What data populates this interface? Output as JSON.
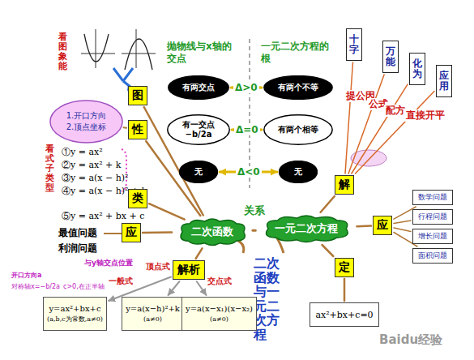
{
  "diagram": {
    "nodes": [
      {
        "text": [
          "有两交点"
        ]
      },
      {
        "text": [
          "有两个不等"
        ]
      },
      {
        "text": [
          "有一交点",
          "−b/2a"
        ]
      },
      {
        "text": [
          "有两个相等"
        ]
      },
      {
        "text": [
          "无"
        ]
      },
      {
        "text": [
          "无"
        ]
      },
      {
        "text": [
          "图"
        ]
      },
      {
        "text": [
          "性"
        ]
      },
      {
        "text": [
          "1.开口方向",
          "2.顶点坐标"
        ]
      },
      {
        "text": [
          "类"
        ]
      },
      {
        "text": [
          "应"
        ]
      },
      {
        "text": [
          "二次函数"
        ]
      },
      {
        "text": [
          "一元二次方程"
        ]
      },
      {
        "text": [
          "解析"
        ]
      },
      {
        "text": [
          "y=ax²+bx+c",
          "(a,b,c为常数,a≠0)"
        ]
      },
      {
        "text": [
          "y=a(x−h)²+k",
          "(a≠0)"
        ]
      },
      {
        "text": [
          "y=a(x−x₁)(x−x₂)",
          "(a≠0)"
        ]
      },
      {
        "text": [
          "十字"
        ]
      },
      {
        "text": [
          "万能"
        ]
      },
      {
        "text": [
          "化为"
        ]
      },
      {
        "text": [
          "应用"
        ]
      },
      {
        "text": [
          "解"
        ]
      },
      {
        "text": [
          "应"
        ]
      },
      {
        "text": [
          "定"
        ]
      },
      {
        "text": [
          "ax²+bx+c=0"
        ]
      },
      {
        "text": [
          "数学问题"
        ]
      },
      {
        "text": [
          "行程问题"
        ]
      },
      {
        "text": [
          "增长问题"
        ]
      },
      {
        "text": [
          "面积问题"
        ]
      }
    ],
    "edges": [
      {
        "from": 0,
        "to": 1,
        "arrow": "both",
        "label": "Δ>0"
      },
      {
        "from": 2,
        "to": 3,
        "arrow": "both",
        "label": "Δ=0"
      },
      {
        "from": 4,
        "to": 5,
        "arrow": "both",
        "label": "Δ<0"
      },
      {
        "from": 11,
        "to": 6,
        "arrow": "none"
      },
      {
        "from": 11,
        "to": 7,
        "arrow": "none"
      },
      {
        "from": 7,
        "to": 8,
        "arrow": "none"
      },
      {
        "from": 11,
        "to": 9,
        "arrow": "none"
      },
      {
        "from": 11,
        "to": 10,
        "arrow": "none"
      },
      {
        "from": 11,
        "to": 13,
        "arrow": "none"
      },
      {
        "from": 13,
        "to": 14,
        "arrow": "to"
      },
      {
        "from": 13,
        "to": 15,
        "arrow": "to"
      },
      {
        "from": 13,
        "to": 16,
        "arrow": "to"
      },
      {
        "from": 11,
        "to": 12,
        "arrow": "none",
        "label": "关系"
      },
      {
        "from": 12,
        "to": 21,
        "arrow": "none"
      },
      {
        "from": 12,
        "to": 22,
        "arrow": "none"
      },
      {
        "from": 12,
        "to": 23,
        "arrow": "none"
      },
      {
        "from": 21,
        "to": 17,
        "arrow": "none",
        "label": "提公因"
      },
      {
        "from": 21,
        "to": 18,
        "arrow": "none",
        "label": "公式"
      },
      {
        "from": 21,
        "to": 19,
        "arrow": "none",
        "label": "配方"
      },
      {
        "from": 21,
        "to": 20,
        "arrow": "none",
        "label": "直接开平"
      },
      {
        "from": 22,
        "to": 25,
        "arrow": "none"
      },
      {
        "from": 22,
        "to": 26,
        "arrow": "none"
      },
      {
        "from": 22,
        "to": 27,
        "arrow": "none"
      },
      {
        "from": 22,
        "to": 28,
        "arrow": "none"
      },
      {
        "from": 23,
        "to": 24,
        "arrow": "none"
      }
    ],
    "labels": [
      "看图象能",
      "抛物线与x轴的交点",
      "一元二次方程的根",
      "看式子类型",
      "①y = ax²",
      "②y = ax² + k",
      "③y = a(x − h)²",
      "④y = a(x − h)² + k",
      "⑤y = ax² + bx + c",
      "最值问题",
      "利润问题",
      "与y轴交点位置",
      "开口方向a",
      "对称轴x=−b/2a",
      "c>0,在正半轴",
      "一般式",
      "顶点式",
      "交点式",
      "二次函数与一元二次方程",
      "Baidu经验"
    ]
  }
}
